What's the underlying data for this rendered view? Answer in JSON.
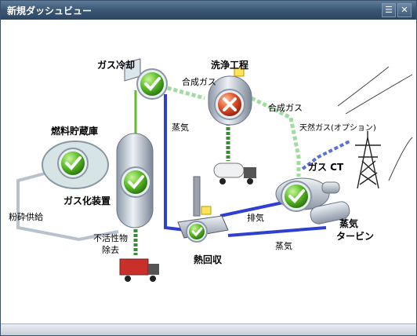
{
  "window": {
    "title": "新規ダッシュビュー"
  },
  "labels": {
    "gasifier_cooling": "ガス冷却",
    "washing": "洗浄工程",
    "syngas1": "合成ガス",
    "syngas2": "合成ガス",
    "steam1": "蒸気",
    "fuel_storage": "燃料貯蔵庫",
    "natural_gas": "天然ガス(オプション)",
    "gas_ct": "ガス CT",
    "gasifier": "ガス化装置",
    "pulverized_feed": "粉砕供給",
    "exhaust": "排気",
    "steam_turbine": "蒸気",
    "steam_turbine_2": "タービン",
    "inert_removal": "不活性物",
    "inert_removal_2": "除去",
    "steam2": "蒸気",
    "heat_recovery": "熱回収"
  },
  "statuses": {
    "gas_cooling": "ok",
    "washing": "error",
    "fuel_storage": "ok",
    "gasifier": "ok",
    "gas_ct": "ok",
    "heat_recovery": "ok"
  },
  "colors": {
    "ok": "#5fbf2a",
    "error": "#e0562e",
    "steam_line": "#2f3fd0",
    "gas_line": "#9fdc9f",
    "feed_line": "#b8c2cf"
  }
}
